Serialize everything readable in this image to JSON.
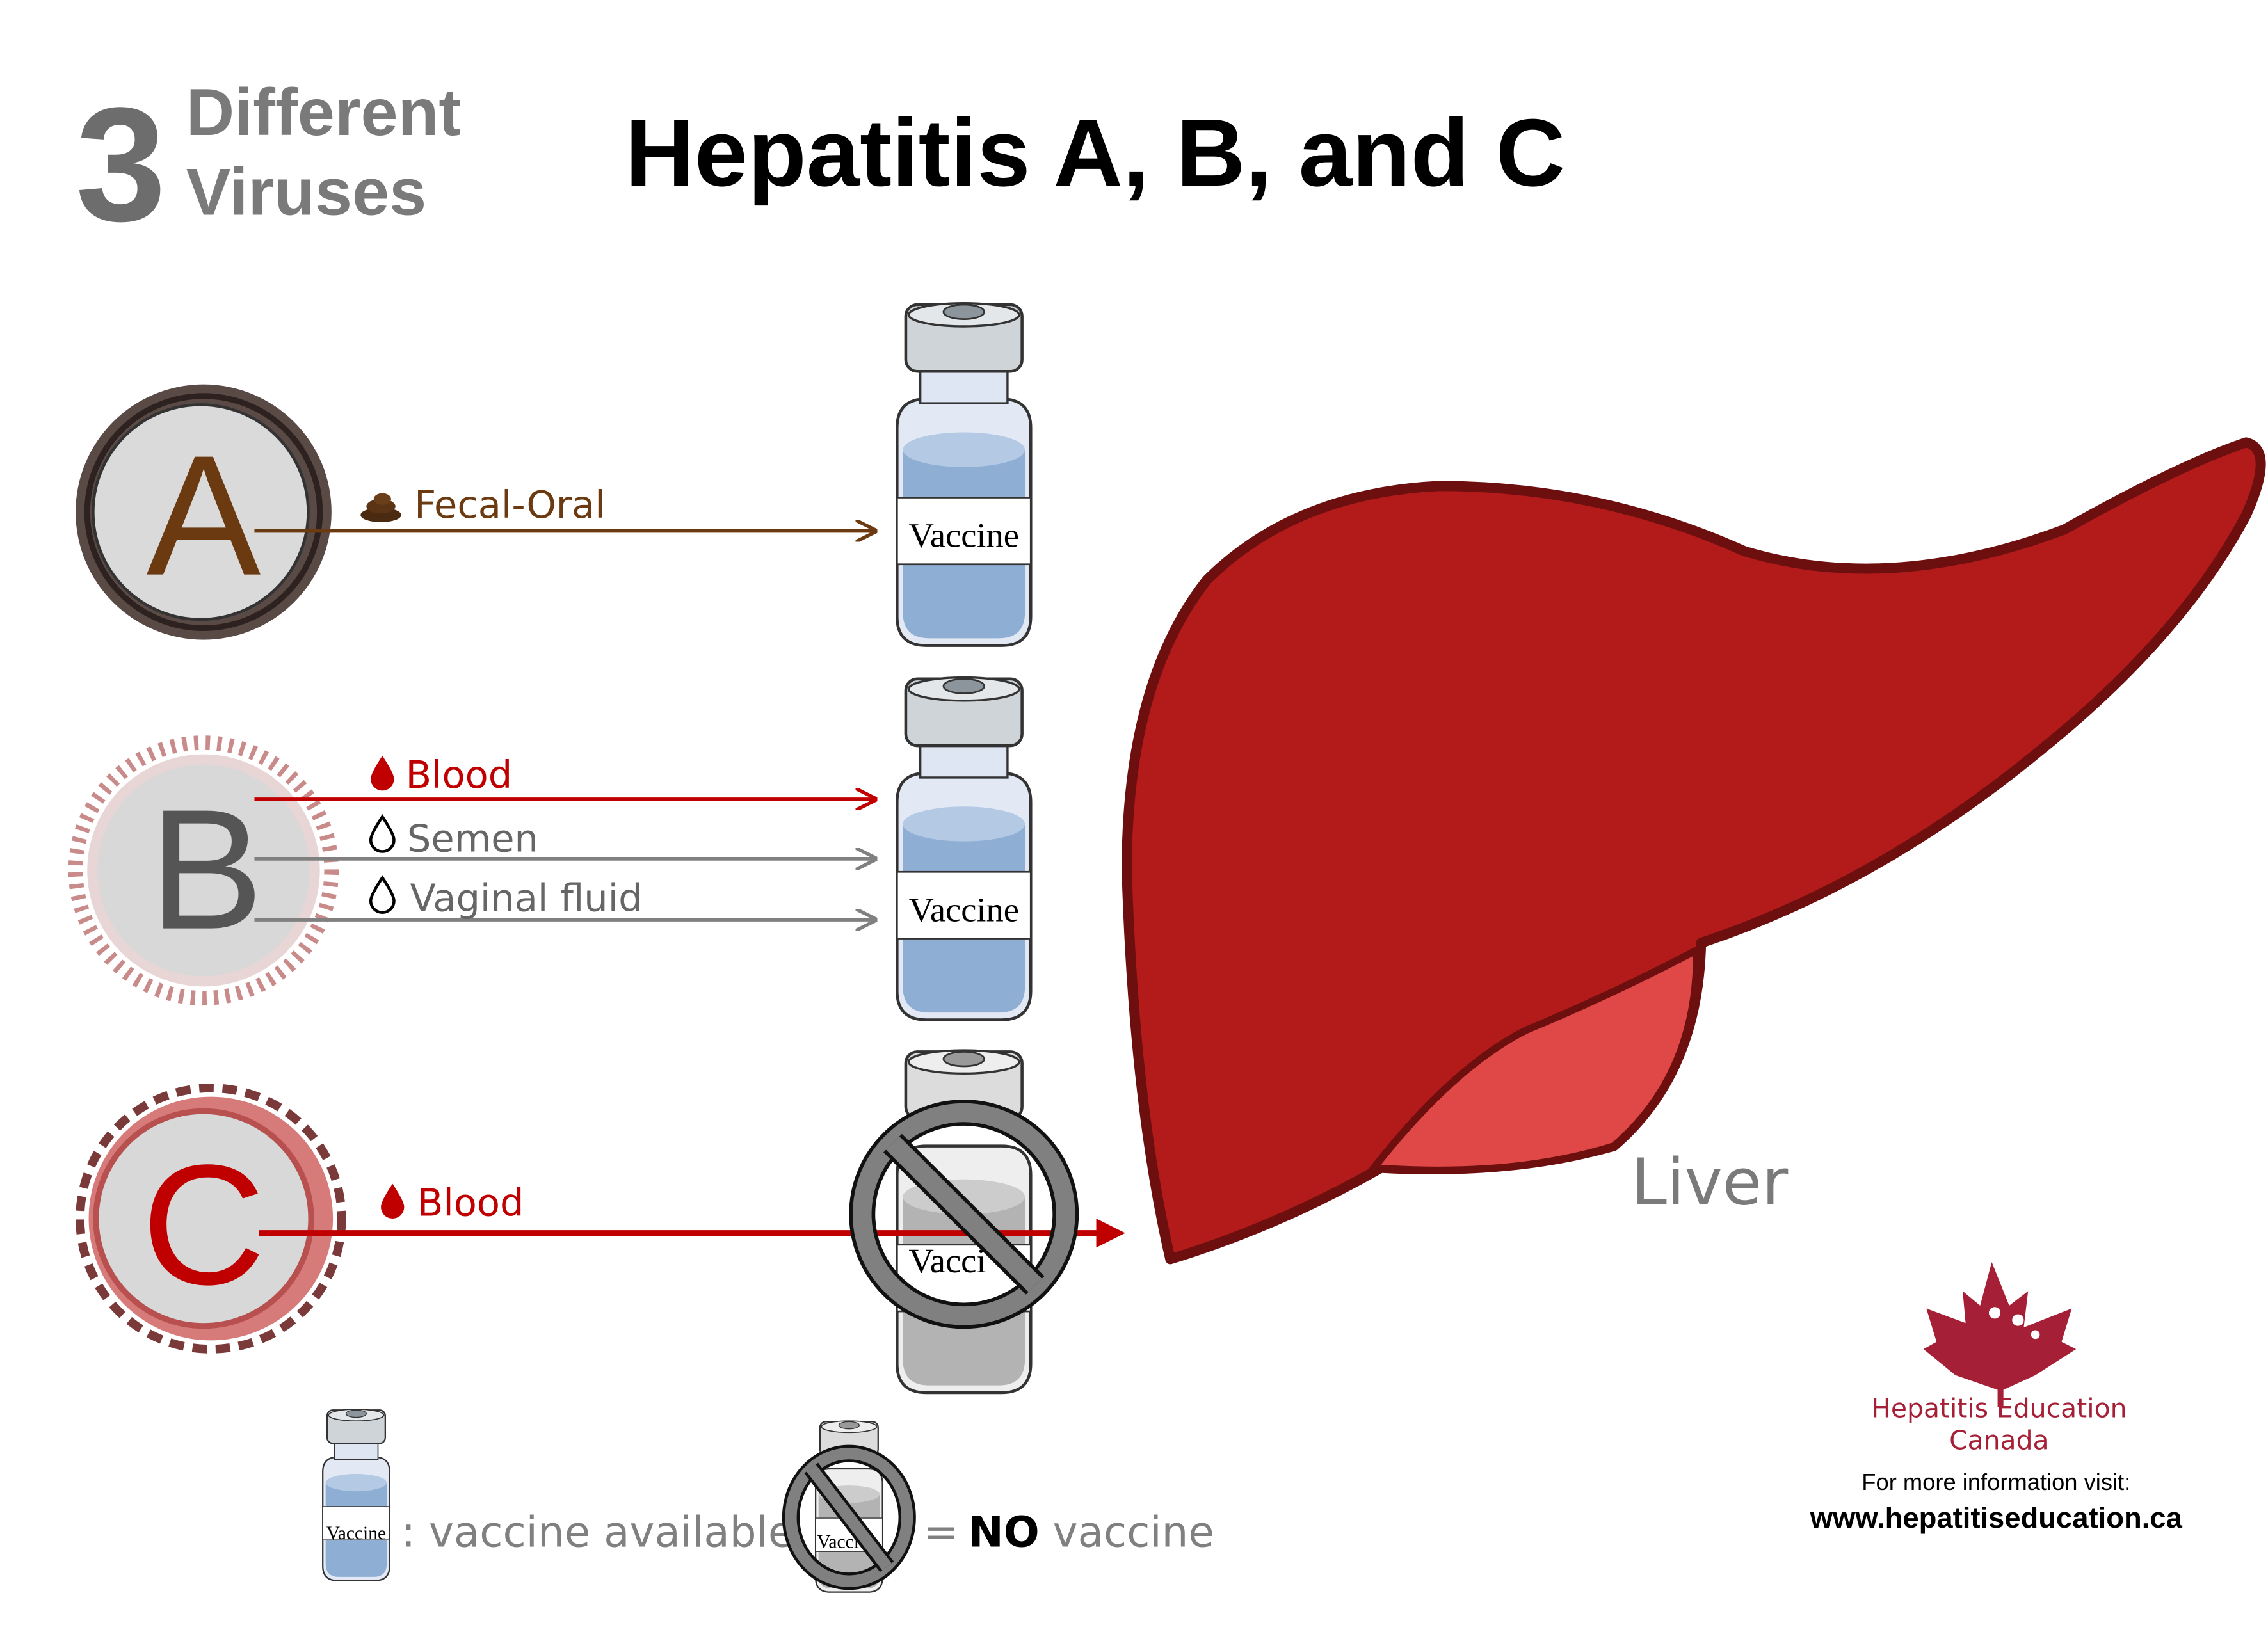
{
  "header": {
    "number": "3",
    "subtitle_line1": "Different",
    "subtitle_line2": "Viruses",
    "title": "Hepatitis A, B, and C"
  },
  "viruses": [
    {
      "letter": "A",
      "routes": [
        {
          "label": "Fecal-Oral",
          "icon": "poop-icon"
        }
      ],
      "vaccine_available": true,
      "vial_label": "Vaccine"
    },
    {
      "letter": "B",
      "routes": [
        {
          "label": "Blood",
          "icon": "blood-drop-icon"
        },
        {
          "label": "Semen",
          "icon": "drop-outline-icon"
        },
        {
          "label": "Vaginal fluid",
          "icon": "drop-outline-icon"
        }
      ],
      "vaccine_available": true,
      "vial_label": "Vaccine"
    },
    {
      "letter": "C",
      "routes": [
        {
          "label": "Blood",
          "icon": "blood-drop-icon"
        }
      ],
      "vaccine_available": false,
      "vial_label": "Vacci"
    }
  ],
  "organ_label": "Liver",
  "legend": {
    "available_vial_label": "Vaccine",
    "available_text": ": vaccine available",
    "no_vial_label": "Vacci",
    "no_eq": "=",
    "no_bold": "NO",
    "no_text": " vaccine"
  },
  "footer": {
    "org_line1": "Hepatitis Education",
    "org_line2": "Canada",
    "info": "For more information visit:",
    "url": "www.hepatitiseducation.ca"
  },
  "colors": {
    "fecal": "#6b3a10",
    "blood": "#c00000",
    "fluid": "#808080",
    "liver": "#b31b1b",
    "liver_outline": "#6e0f0f",
    "gallbladder": "#e04848",
    "brand": "#a51f36"
  }
}
